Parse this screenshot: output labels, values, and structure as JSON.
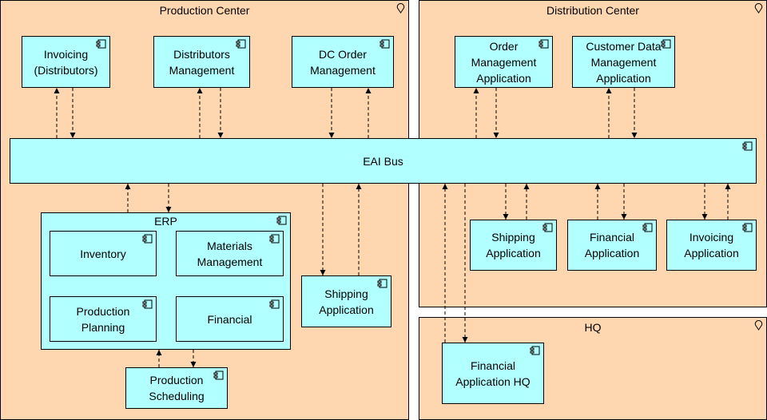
{
  "zones": {
    "production": {
      "title": "Production Center",
      "icon": "location-pin-icon"
    },
    "distribution": {
      "title": "Distribution Center",
      "icon": "location-pin-icon"
    },
    "hq": {
      "title": "HQ",
      "icon": "location-pin-icon"
    }
  },
  "nodes": {
    "invoicing_distributors": "Invoicing\n(Distributors)",
    "distributors_management": "Distributors\nManagement",
    "dc_order_management": "DC Order\nManagement",
    "order_management_app": "Order\nManagement\nApplication",
    "customer_data_mgmt_app": "Customer Data\nManagement\nApplication",
    "eai_bus": "EAI Bus",
    "erp": "ERP",
    "inventory": "Inventory",
    "materials_management": "Materials\nManagement",
    "production_planning": "Production\nPlanning",
    "financial": "Financial",
    "production_scheduling": "Production\nScheduling",
    "shipping_app_pc": "Shipping\nApplication",
    "shipping_app_dc": "Shipping\nApplication",
    "financial_app_dc": "Financial\nApplication",
    "invoicing_app_dc": "Invoicing\nApplication",
    "financial_app_hq": "Financial\nApplication HQ"
  },
  "icons": {
    "component": "component-icon"
  },
  "colors": {
    "zone_fill": "#fed6b0",
    "node_fill": "#b2ffff",
    "line": "#000000"
  }
}
